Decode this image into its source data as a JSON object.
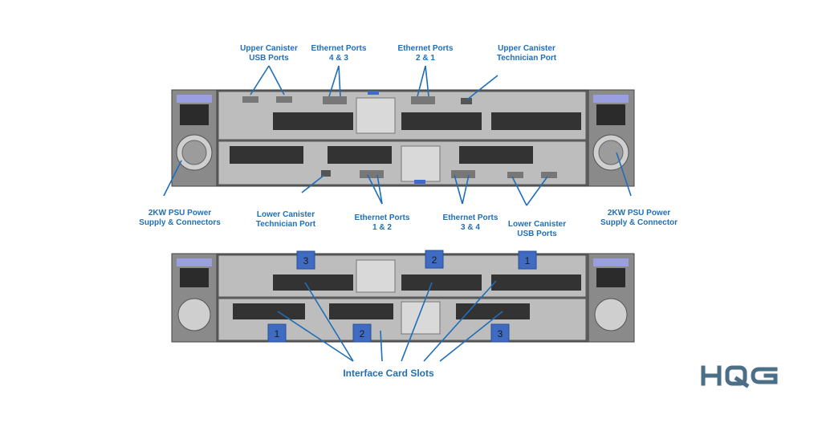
{
  "labels": {
    "upper_usb": [
      "Upper Canister",
      "USB Ports"
    ],
    "eth_43": [
      "Ethernet Ports",
      "4 & 3"
    ],
    "eth_21": [
      "Ethernet Ports",
      "2 & 1"
    ],
    "upper_tech": [
      "Upper Canister",
      "Technician Port"
    ],
    "psu_left": [
      "2KW PSU Power",
      "Supply & Connectors"
    ],
    "lower_tech": [
      "Lower Canister",
      "Technician Port"
    ],
    "eth_12": [
      "Ethernet Ports",
      "1 & 2"
    ],
    "eth_34": [
      "Ethernet Ports",
      "3 & 4"
    ],
    "lower_usb": [
      "Lower Canister",
      "USB  Ports"
    ],
    "psu_right": [
      "2KW PSU Power",
      "Supply & Connector"
    ],
    "interface_slots": "Interface Card Slots"
  },
  "slot_badges": {
    "upper_left": "3",
    "upper_mid": "2",
    "upper_right": "1",
    "lower_left": "1",
    "lower_mid": "2",
    "lower_right": "3"
  },
  "logo": {
    "icon": "hqg-logo",
    "text": "HQG"
  },
  "colors": {
    "label": "#1f6eb8",
    "badge": "#3f6cc2",
    "logo": "#4a6f86",
    "chassis": "#6d6d6d"
  }
}
